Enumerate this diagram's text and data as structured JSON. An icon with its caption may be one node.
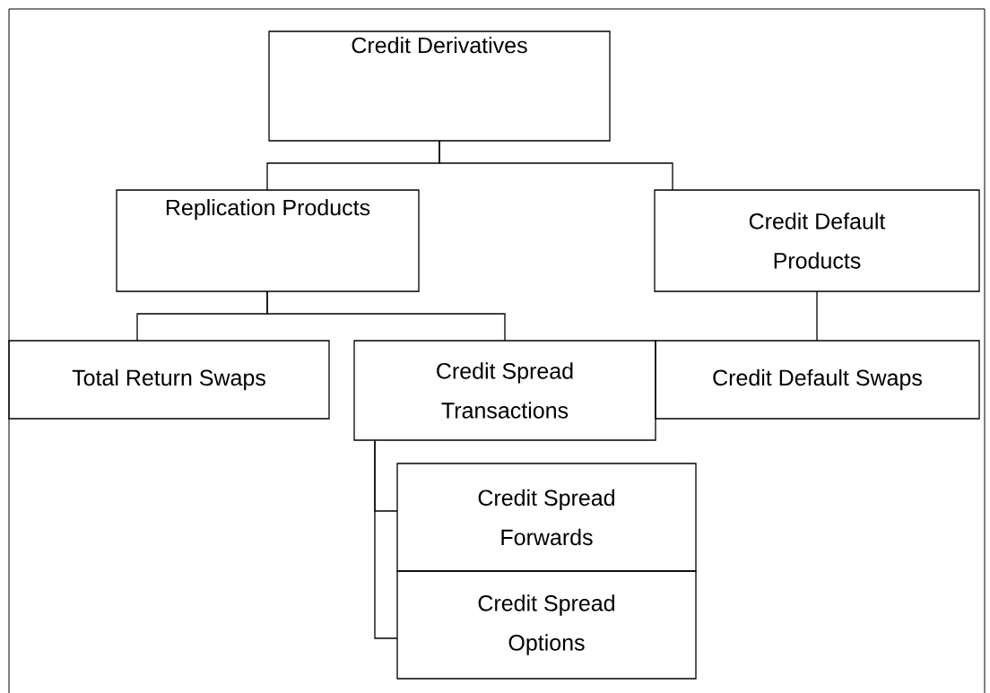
{
  "diagram": {
    "nodes": [
      {
        "text": [
          "Credit Derivatives"
        ]
      },
      {
        "text": [
          "Replication Products"
        ]
      },
      {
        "text": [
          "Credit Default Products"
        ]
      },
      {
        "text": [
          "Total Return Swaps"
        ]
      },
      {
        "text": [
          "Credit Spread Transactions"
        ]
      },
      {
        "text": [
          "Credit Spread Forwards"
        ]
      },
      {
        "text": [
          "Credit Spread Options"
        ]
      },
      {
        "text": [
          "Credit Default Swaps"
        ]
      }
    ],
    "edges": [
      {
        "from": 0,
        "to": 1,
        "arrow": "none"
      },
      {
        "from": 0,
        "to": 2,
        "arrow": "none"
      },
      {
        "from": 1,
        "to": 3,
        "arrow": "none"
      },
      {
        "from": 1,
        "to": 4,
        "arrow": "none"
      },
      {
        "from": 4,
        "to": 5,
        "arrow": "none"
      },
      {
        "from": 4,
        "to": 6,
        "arrow": "none"
      },
      {
        "from": 2,
        "to": 7,
        "arrow": "none"
      }
    ]
  }
}
